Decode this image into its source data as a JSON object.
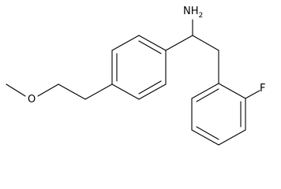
{
  "molecule": {
    "atoms": {
      "amine": {
        "symbol": "NH",
        "subscript": "2"
      },
      "oxygen": {
        "symbol": "O"
      },
      "fluorine": {
        "symbol": "F"
      }
    }
  }
}
